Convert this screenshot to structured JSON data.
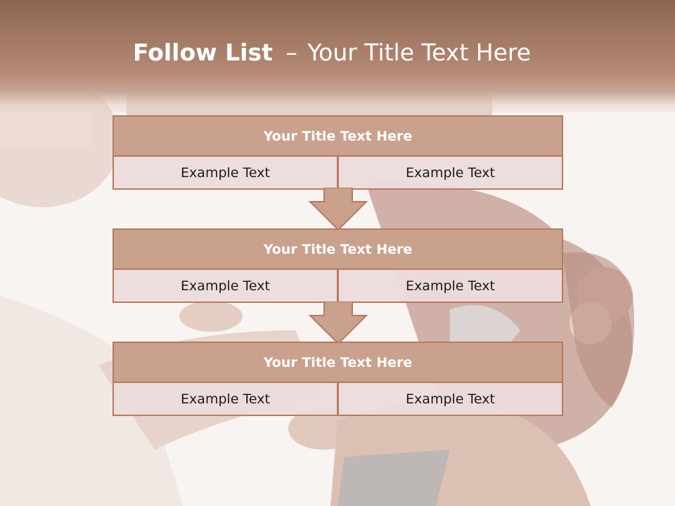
{
  "slide": {
    "title_bold": "Follow List",
    "title_dash": "–",
    "title_rest": "Your Title Text Here"
  },
  "blocks": [
    {
      "title": "Your Title Text Here",
      "left": "Example Text",
      "right": "Example Text"
    },
    {
      "title": "Your Title Text Here",
      "left": "Example Text",
      "right": "Example Text"
    },
    {
      "title": "Your Title Text Here",
      "left": "Example Text",
      "right": "Example Text"
    }
  ],
  "colors": {
    "header": "#a57a66",
    "box_fill": "#c9a18d",
    "box_border": "#b87a61",
    "cell_fill": "#ecdcdb",
    "arrow_fill": "#c9a18d"
  },
  "icons": [
    "down-arrow-icon",
    "down-arrow-icon"
  ]
}
